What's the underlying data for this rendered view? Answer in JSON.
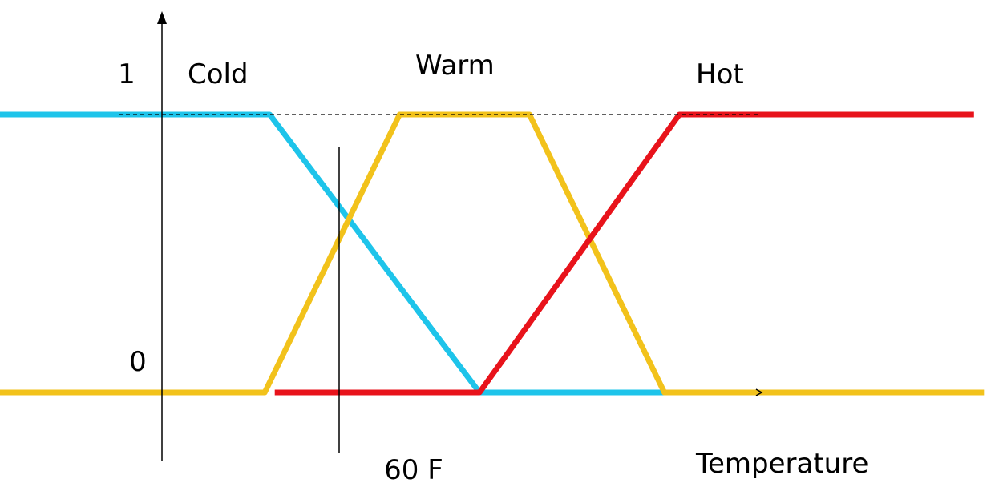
{
  "chart_data": {
    "type": "line",
    "title": "",
    "xlabel": "Temperature",
    "ylabel": "",
    "ylim": [
      0,
      1
    ],
    "y_ticks": [
      "0",
      "1"
    ],
    "x_marker": {
      "label": "60 F"
    },
    "grid": false,
    "legend": "none",
    "series": [
      {
        "name": "Cold",
        "color": "#1EC4EA",
        "points": [
          [
            0,
            1
          ],
          [
            0.27,
            1
          ],
          [
            0.48,
            0
          ],
          [
            0.67,
            0
          ]
        ]
      },
      {
        "name": "Warm",
        "color": "#F2C21B",
        "points": [
          [
            0,
            0
          ],
          [
            0.265,
            0
          ],
          [
            0.4,
            1
          ],
          [
            0.53,
            1
          ],
          [
            0.665,
            0
          ],
          [
            0.985,
            0
          ]
        ]
      },
      {
        "name": "Hot",
        "color": "#E8131B",
        "points": [
          [
            0.275,
            0
          ],
          [
            0.48,
            0
          ],
          [
            0.68,
            1
          ],
          [
            0.975,
            1
          ]
        ]
      }
    ]
  }
}
